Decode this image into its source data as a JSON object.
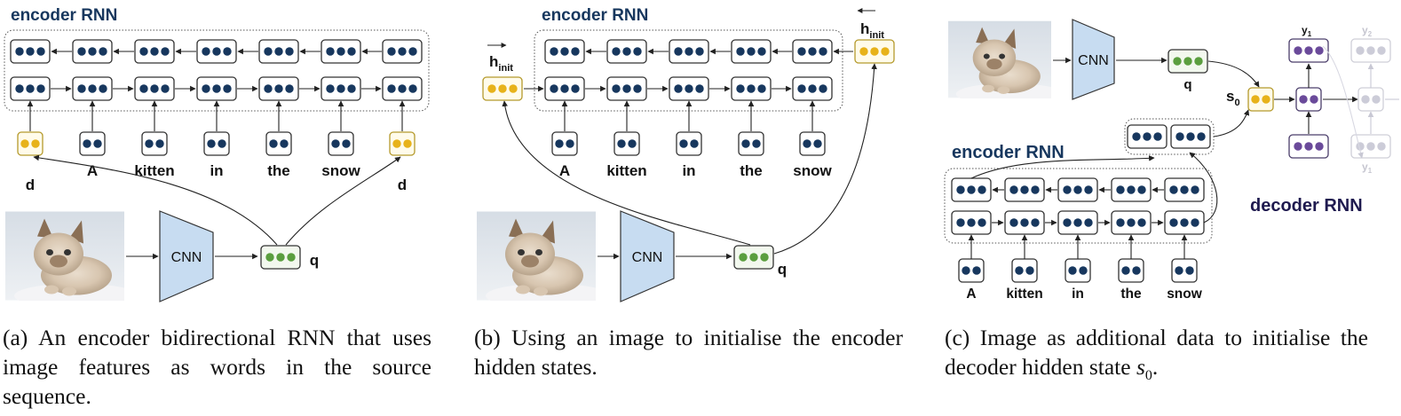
{
  "panels": [
    {
      "title": "encoder RNN",
      "words": [
        "A",
        "kitten",
        "in",
        "the",
        "snow"
      ],
      "image_feature_label": "d",
      "cnn_label": "CNN",
      "feature_label": "q",
      "caption": "(a) An encoder bidirectional RNN that uses image features as words in the source sequence."
    },
    {
      "title": "encoder RNN",
      "words": [
        "A",
        "kitten",
        "in",
        "the",
        "snow"
      ],
      "h_init_label": "h",
      "h_init_sub": "init",
      "cnn_label": "CNN",
      "feature_label": "q",
      "caption": "(b) Using an image to initialise the encoder hidden states."
    },
    {
      "title": "encoder RNN",
      "decoder_title": "decoder RNN",
      "words": [
        "A",
        "kitten",
        "in",
        "the",
        "snow"
      ],
      "cnn_label": "CNN",
      "feature_label": "q",
      "s0_label": "s",
      "s0_sub": "0",
      "y1_label": "y",
      "y1_sub": "1",
      "y2_label": "y",
      "y2_sub": "2",
      "y1_input_label": "y",
      "y1_input_sub": "1",
      "caption_pre": "(c) Image as additional data to initialise the decoder hidden state ",
      "caption_math": "s",
      "caption_math_sub": "0",
      "caption_post": "."
    }
  ],
  "colors": {
    "title": "#17375e",
    "decoder_title": "#1f1a4f",
    "encoder_dot": "#17375e",
    "image_dot": "#e7b21a",
    "feature_dot": "#5a9e3e",
    "decoder_dot": "#6a4a9a",
    "cnn_fill": "#c7dcf1"
  },
  "icons": [
    "kitten-photo",
    "cnn-trapezoid",
    "state-vector-box"
  ]
}
